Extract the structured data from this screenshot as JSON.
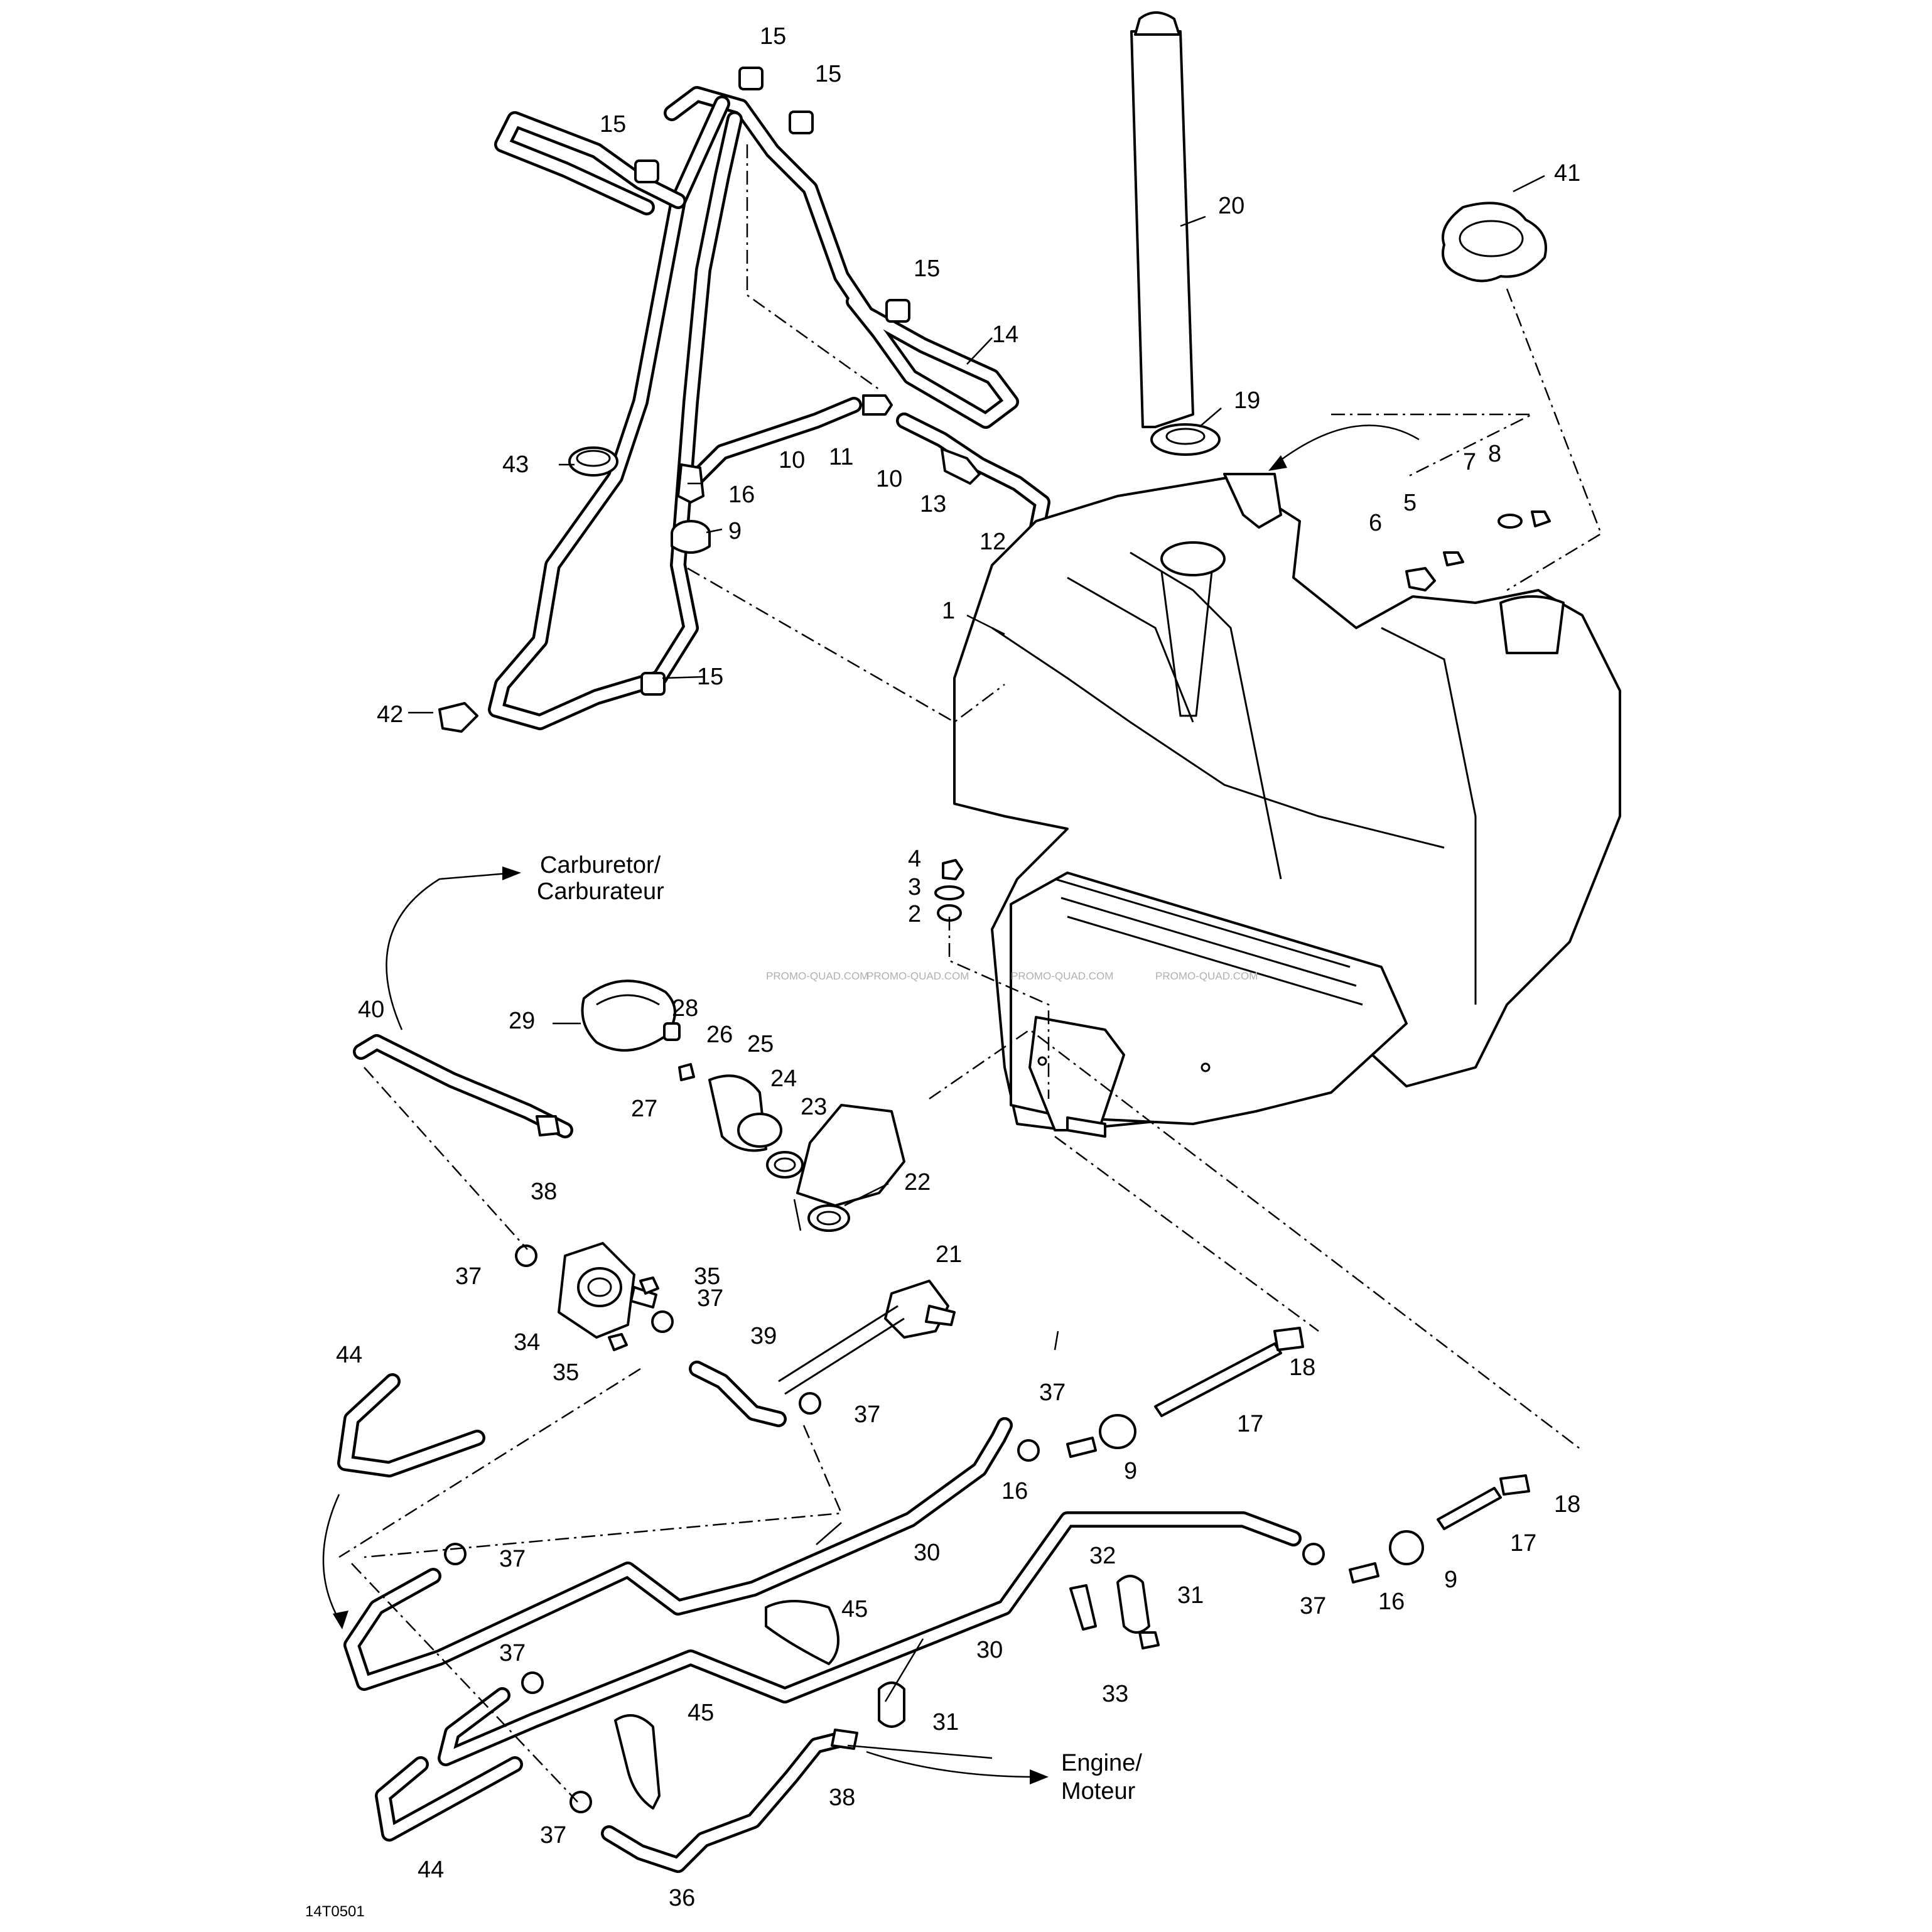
{
  "diagram": {
    "drawing_code": "14T0501",
    "watermark": "PROMO-QUAD.COM",
    "notes": {
      "carburetor_line1": "Carburetor/",
      "carburetor_line2": "Carburateur",
      "engine_line1": "Engine/",
      "engine_line2": "Moteur"
    },
    "callouts": [
      "1",
      "2",
      "3",
      "4",
      "5",
      "6",
      "7",
      "8",
      "9",
      "9",
      "9",
      "10",
      "10",
      "11",
      "12",
      "13",
      "14",
      "15",
      "15",
      "15",
      "15",
      "15",
      "16",
      "16",
      "16",
      "17",
      "17",
      "18",
      "18",
      "19",
      "20",
      "21",
      "22",
      "23",
      "24",
      "25",
      "26",
      "27",
      "28",
      "29",
      "30",
      "30",
      "31",
      "31",
      "32",
      "33",
      "34",
      "35",
      "35",
      "36",
      "37",
      "37",
      "37",
      "37",
      "37",
      "37",
      "37",
      "37",
      "38",
      "38",
      "39",
      "40",
      "41",
      "42",
      "43",
      "44",
      "44",
      "45",
      "45"
    ]
  }
}
